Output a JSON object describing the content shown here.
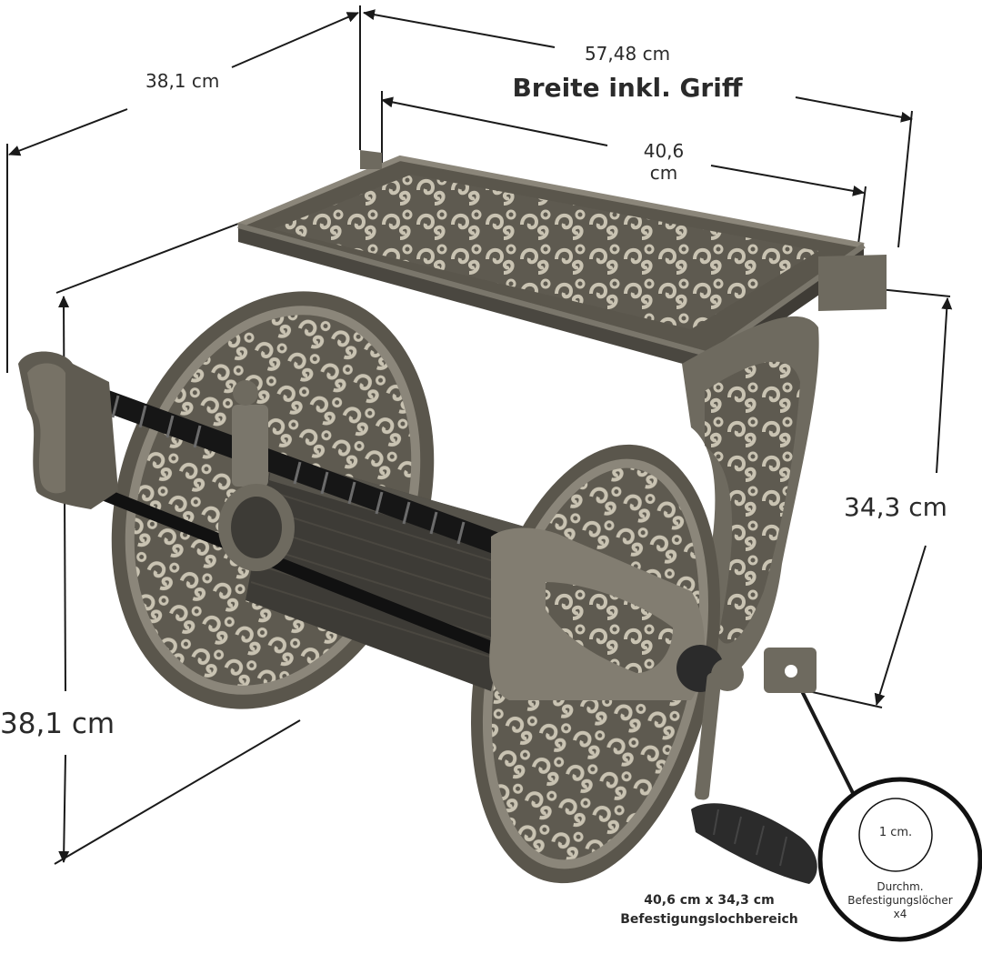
{
  "labels": {
    "depth_top": "38,1 cm",
    "overall_width": "57,48 cm",
    "overall_width_caption": "Breite inkl. Griff",
    "mount_width_line1": "40,6",
    "mount_width_line2": "cm",
    "mount_height": "34,3 cm",
    "overall_height": "38,1 cm",
    "hole_area_line1": "40,6 cm x 34,3 cm",
    "hole_area_line2": "Befestigungslochbereich",
    "hole_diameter": "1 cm.",
    "hole_caption_line1": "Durchm.",
    "hole_caption_line2": "Befestigungslöcher",
    "hole_caption_line3": "x4"
  },
  "colors": {
    "metal": "#6e6a5f",
    "metal_dark": "#4a4740",
    "metal_light": "#8b867a",
    "hose": "#1c1c1c",
    "dimension_line": "#1a1a1a",
    "grip": "#2b2b2b"
  },
  "icons": {
    "product": "hose-reel-illustration",
    "detail_callout": "magnifier-circle"
  }
}
